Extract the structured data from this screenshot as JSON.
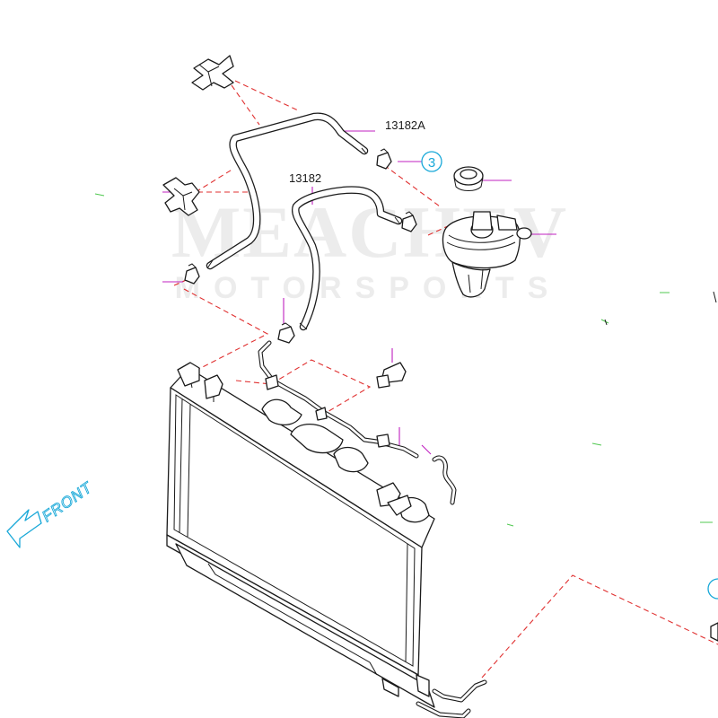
{
  "watermark": {
    "main": "MEACHEV",
    "sub": "MOTORSPORTS"
  },
  "labels": {
    "part_13182A": "13182A",
    "part_13182": "13182"
  },
  "reference": {
    "callout_3": "3"
  },
  "direction": {
    "front": "FRONT"
  },
  "colors": {
    "line_art": "#1a1a1a",
    "dashed_leader": "#e03030",
    "part_leader": "#c020c0",
    "reference_marker": "#18a8d8",
    "watermark": "#d4d4d4"
  }
}
